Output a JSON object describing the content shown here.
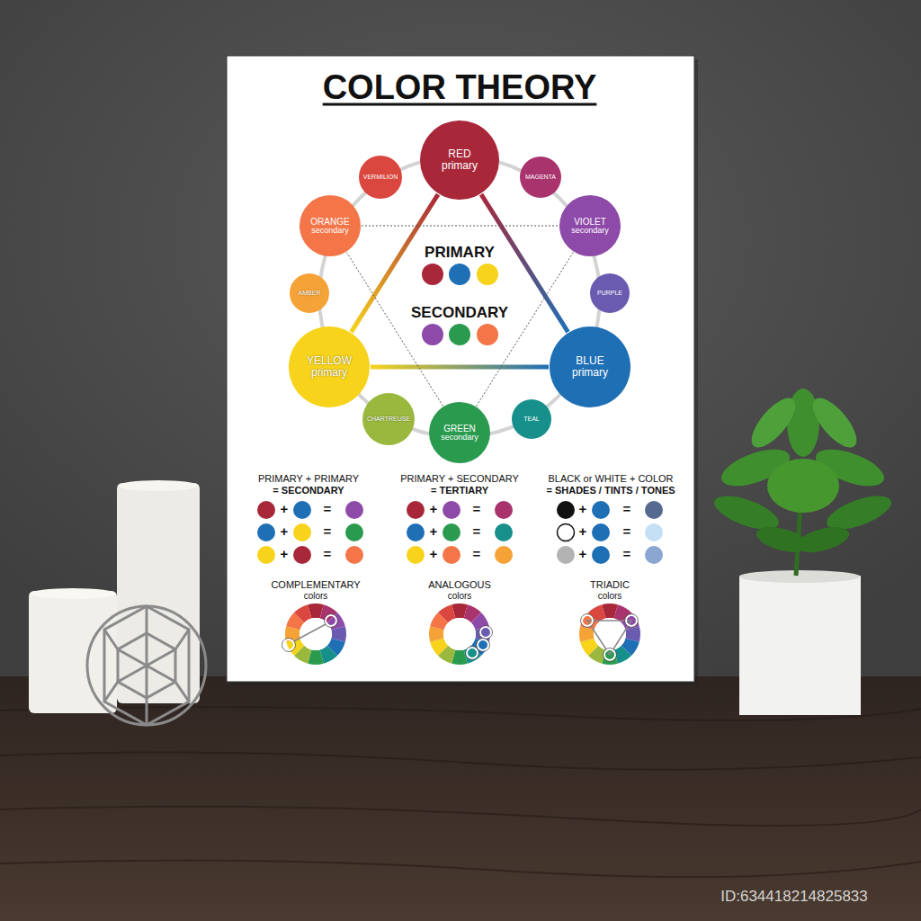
{
  "diagram": {
    "title": "COLOR THEORY",
    "nodes": [
      {
        "text": [
          "RED",
          "primary"
        ]
      },
      {
        "text": [
          "VERMILION"
        ]
      },
      {
        "text": [
          "MAGENTA"
        ]
      },
      {
        "text": [
          "ORANGE",
          "secondary"
        ]
      },
      {
        "text": [
          "VIOLET",
          "secondary"
        ]
      },
      {
        "text": [
          "AMBER"
        ]
      },
      {
        "text": [
          "PURPLE"
        ]
      },
      {
        "text": [
          "YELLOW",
          "primary"
        ]
      },
      {
        "text": [
          "BLUE",
          "primary"
        ]
      },
      {
        "text": [
          "CHARTREUSE"
        ]
      },
      {
        "text": [
          "TEAL"
        ]
      },
      {
        "text": [
          "GREEN",
          "secondary"
        ]
      }
    ],
    "edges": [
      {
        "from": 0,
        "to": 8,
        "arrow": "none"
      },
      {
        "from": 8,
        "to": 7,
        "arrow": "none"
      },
      {
        "from": 7,
        "to": 0,
        "arrow": "none"
      },
      {
        "from": 3,
        "to": 4,
        "arrow": "none"
      },
      {
        "from": 4,
        "to": 11,
        "arrow": "none"
      },
      {
        "from": 11,
        "to": 3,
        "arrow": "none"
      }
    ],
    "labels": [
      "PRIMARY",
      "SECONDARY",
      "PRIMARY + PRIMARY",
      "= SECONDARY",
      "PRIMARY + SECONDARY",
      "= TERTIARY",
      "BLACK or WHITE + COLOR",
      "= SHADES / TINTS / TONES",
      "+",
      "=",
      "+",
      "=",
      "+",
      "=",
      "+",
      "=",
      "+",
      "=",
      "+",
      "=",
      "+",
      "=",
      "+",
      "=",
      "+",
      "=",
      "COMPLEMENTARY",
      "colors",
      "ANALOGOUS",
      "colors",
      "TRIADIC",
      "colors",
      "ID:634418214825833"
    ]
  }
}
